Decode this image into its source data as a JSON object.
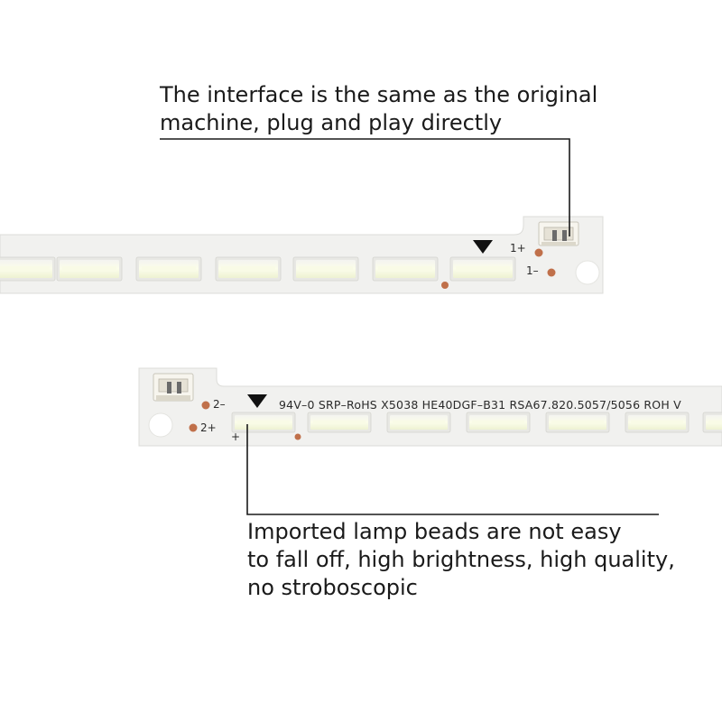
{
  "captions": {
    "connector": [
      "The interface is the same as the original",
      "machine, plug and play directly"
    ],
    "lamp_beads": [
      "Imported lamp beads are not easy",
      "to fall off, high brightness, high quality,",
      "no stroboscopic"
    ]
  },
  "strip_top": {
    "pin_labels": {
      "positive": "1+",
      "negative": "1–"
    }
  },
  "strip_bottom": {
    "pin_labels": {
      "negative": "2–",
      "positive": "2+",
      "polarity": "+"
    },
    "silkscreen": "94V–0  SRP–RoHS  X5038  HE40DGF–B31  RSA67.820.5057/5056  ROH  V"
  },
  "colors": {
    "background": "#ffffff",
    "pcb": "#f1f1ef",
    "pcb_edge": "#dcdcd8",
    "led": "#f8fbe6",
    "led_glow": "#dff0c0",
    "led_frame": "#e8e8e4",
    "pad": "#c0704a",
    "callout_line": "#1a1a1a",
    "text": "#1a1a1a"
  },
  "icons": {
    "orientation_marker": "triangle-down-icon",
    "connector": "connector-2pin-icon",
    "mount_hole": "circle-icon"
  }
}
